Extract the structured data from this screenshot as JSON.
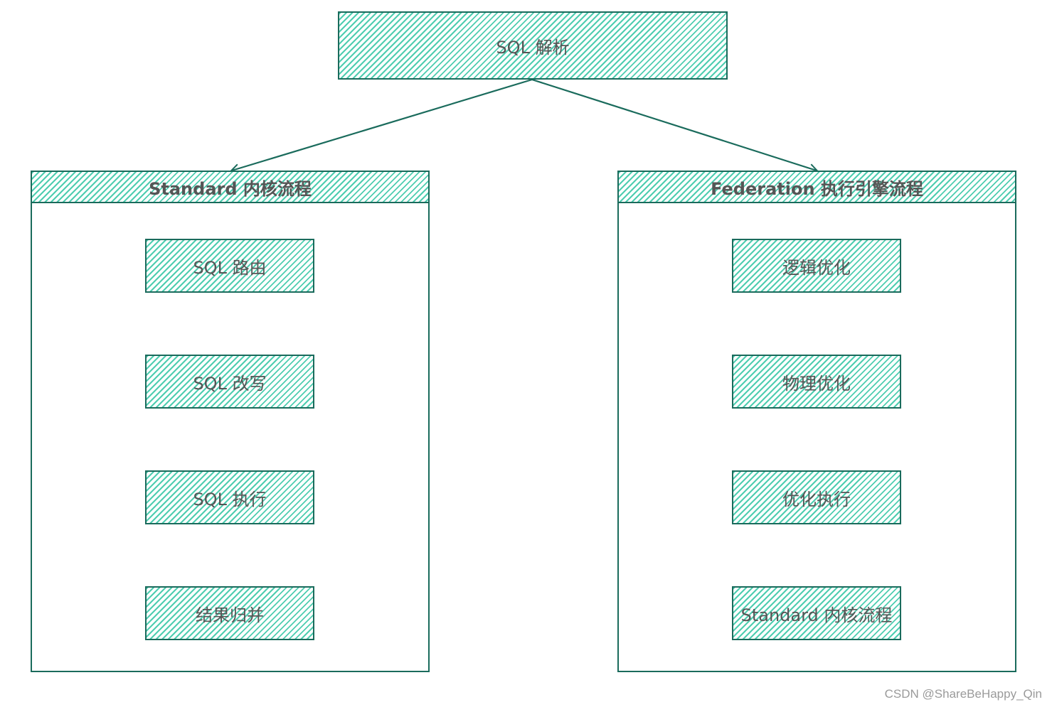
{
  "root": {
    "label": "SQL 解析"
  },
  "left_group": {
    "title": "Standard 内核流程",
    "steps": [
      "SQL 路由",
      "SQL 改写",
      "SQL 执行",
      "结果归并"
    ]
  },
  "right_group": {
    "title": "Federation 执行引擎流程",
    "steps": [
      "逻辑优化",
      "物理优化",
      "优化执行",
      "Standard 内核流程"
    ]
  },
  "watermark": "CSDN @ShareBeHappy_Qin",
  "colors": {
    "stroke": "#1a6b5c",
    "hatch": "#4ecdb0",
    "text": "#555555"
  }
}
